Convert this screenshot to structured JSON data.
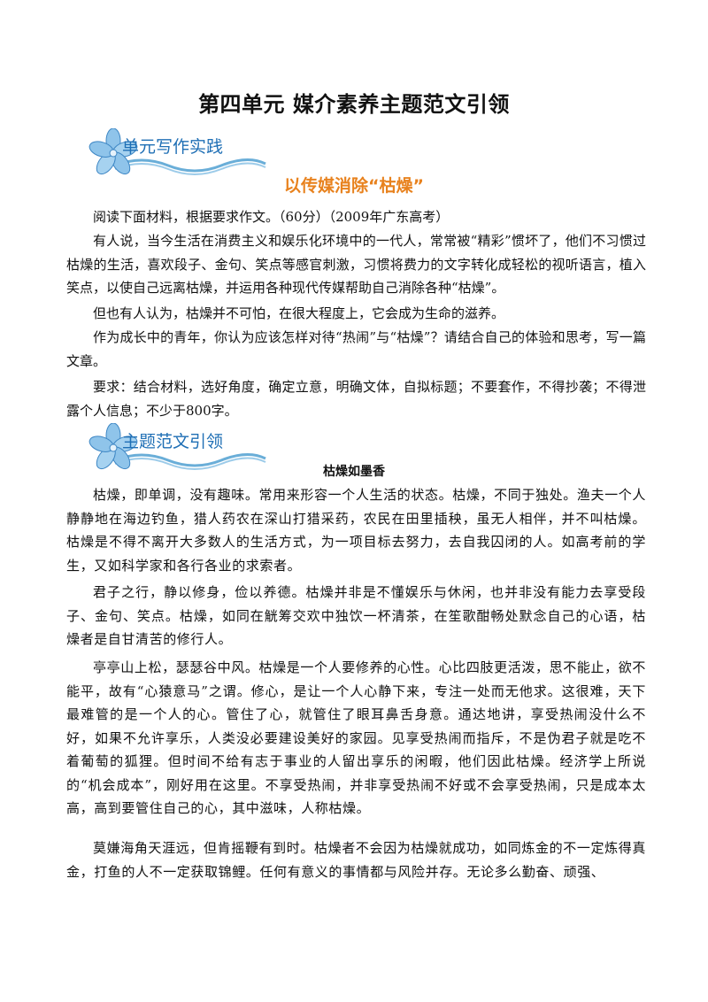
{
  "main_title": "第四单元  媒介素养主题范文引领",
  "sections": {
    "practice": "单元写作实践",
    "model": "主题范文引领"
  },
  "subtitle": "以传媒消除“枯燥”",
  "prompt": {
    "p1": "阅读下面材料，根据要求作文。（60分）（2009年广东高考）",
    "p2": "有人说，当今生活在消费主义和娱乐化环境中的一代人，常常被“精彩”惯坏了，他们不习惯过枯燥的生活，喜欢段子、金句、笑点等感官刺激，习惯将费力的文字转化成轻松的视听语言，植入笑点，以使自己远离枯燥，并运用各种现代传媒帮助自己消除各种“枯燥”。",
    "p3": "但也有人认为，枯燥并不可怕，在很大程度上，它会成为生命的滋养。",
    "p4": "作为成长中的青年，你认为应该怎样对待“热闹”与“枯燥”？请结合自己的体验和思考，写一篇文章。",
    "p5": "要求：结合材料，选好角度，确定立意，明确文体，自拟标题；不要套作，不得抄袭；不得泄露个人信息；不少于800字。"
  },
  "essay": {
    "title": "枯燥如墨香",
    "p1": "枯燥，即单调，没有趣味。常用来形容一个人生活的状态。枯燥，不同于独处。渔夫一个人静静地在海边钓鱼，猎人药农在深山打猎采药，农民在田里插秧，虽无人相伴，并不叫枯燥。枯燥是不得不离开大多数人的生活方式，为一项目标去努力，去自我囚闭的人。如高考前的学生，又如科学家和各行各业的求索者。",
    "p2": "君子之行，静以修身，俭以养德。枯燥并非是不懂娱乐与休闲，也并非没有能力去享受段子、金句、笑点。枯燥，如同在觥筹交欢中独饮一杯清茶，在笙歌酣畅处默念自己的心语，枯燥者是自甘清苦的修行人。",
    "p3": "亭亭山上松，瑟瑟谷中风。枯燥是一个人要修养的心性。心比四肢更活泼，思不能止，欲不能平，故有“心猿意马”之谓。修心，是让一个人心静下来，专注一处而无他求。这很难，天下最难管的是一个人的心。管住了心，就管住了眼耳鼻舌身意。通达地讲，享受热闹没什么不好，如果不允许享乐，人类没必要建设美好的家园。见享受热闹而指斥，不是伪君子就是吃不着葡萄的狐狸。但时间不给有志于事业的人留出享乐的闲暇，他们因此枯燥。经济学上所说的“机会成本”，刚好用在这里。不享受热闹，并非享受热闹不好或不会享受热闹，只是成本太高，高到要管住自己的心，其中滋味，人称枯燥。",
    "p4": "莫嫌海角天涯远，但肯摇鞭有到时。枯燥者不会因为枯燥就成功，如同炼金的不一定炼得真金，打鱼的人不一定获取锦鲤。任何有意义的事情都与风险并存。无论多么勤奋、顽强、"
  }
}
